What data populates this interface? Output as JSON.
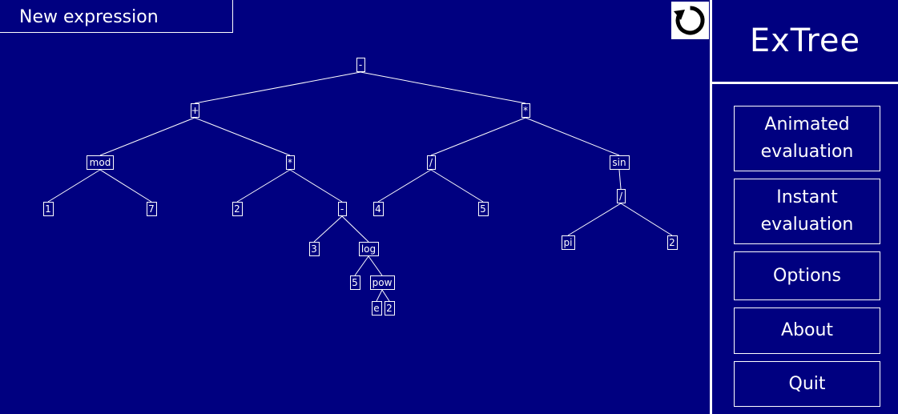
{
  "toolbar": {
    "new_expression_label": "New expression",
    "reset_icon": "reset-icon"
  },
  "sidebar": {
    "title": "ExTree",
    "buttons": [
      {
        "line1": "Animated",
        "line2": "evaluation"
      },
      {
        "line1": "Instant",
        "line2": "evaluation"
      },
      {
        "line1": "Options",
        "line2": ""
      },
      {
        "line1": "About",
        "line2": ""
      },
      {
        "line1": "Quit",
        "line2": ""
      }
    ]
  },
  "tree": {
    "nodes": [
      {
        "id": "n0",
        "label": "-",
        "parent": null
      },
      {
        "id": "n1",
        "label": "+",
        "parent": "n0"
      },
      {
        "id": "n2",
        "label": "*",
        "parent": "n0"
      },
      {
        "id": "n3",
        "label": "mod",
        "parent": "n1"
      },
      {
        "id": "n4",
        "label": "*",
        "parent": "n1"
      },
      {
        "id": "n5",
        "label": "1",
        "parent": "n3"
      },
      {
        "id": "n6",
        "label": "7",
        "parent": "n3"
      },
      {
        "id": "n7",
        "label": "2",
        "parent": "n4"
      },
      {
        "id": "n8",
        "label": "-",
        "parent": "n4"
      },
      {
        "id": "n9",
        "label": "3",
        "parent": "n8"
      },
      {
        "id": "n10",
        "label": "log",
        "parent": "n8"
      },
      {
        "id": "n11",
        "label": "5",
        "parent": "n10"
      },
      {
        "id": "n12",
        "label": "pow",
        "parent": "n10"
      },
      {
        "id": "n13",
        "label": "e",
        "parent": "n12"
      },
      {
        "id": "n14",
        "label": "2",
        "parent": "n12"
      },
      {
        "id": "n15",
        "label": "/",
        "parent": "n2"
      },
      {
        "id": "n16",
        "label": "sin",
        "parent": "n2"
      },
      {
        "id": "n17",
        "label": "4",
        "parent": "n15"
      },
      {
        "id": "n18",
        "label": "5",
        "parent": "n15"
      },
      {
        "id": "n19",
        "label": "/",
        "parent": "n16"
      },
      {
        "id": "n20",
        "label": "pi",
        "parent": "n19"
      },
      {
        "id": "n21",
        "label": "2",
        "parent": "n19"
      }
    ]
  },
  "colors": {
    "background": "#000080",
    "foreground": "#ffffff"
  }
}
